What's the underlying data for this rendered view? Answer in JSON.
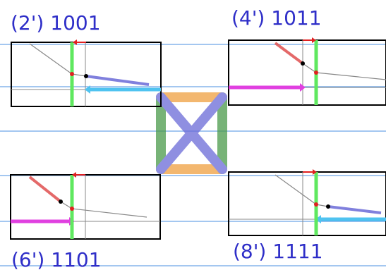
{
  "panels": [
    {
      "id": "p2",
      "label": "(2') 1001"
    },
    {
      "id": "p4",
      "label": "(4') 1011"
    },
    {
      "id": "p6",
      "label": "(6') 1101"
    },
    {
      "id": "p8",
      "label": "(8') 1111"
    }
  ],
  "colors": {
    "guide_line": "#4a8fe0",
    "frame": "#000000",
    "label": "#2e2ec8",
    "green_bar": "#5fe85f",
    "red_arrow": "#e02020",
    "red_segment": "#e05050",
    "blue_segment": "#6a6ad8",
    "cyan_arrow": "#4fc3f0",
    "magenta_arrow": "#e040e0",
    "gray_line": "#888888",
    "square_orange": "#f0a040",
    "square_green": "#4a9a4a",
    "square_blue": "#6a6ad8"
  }
}
